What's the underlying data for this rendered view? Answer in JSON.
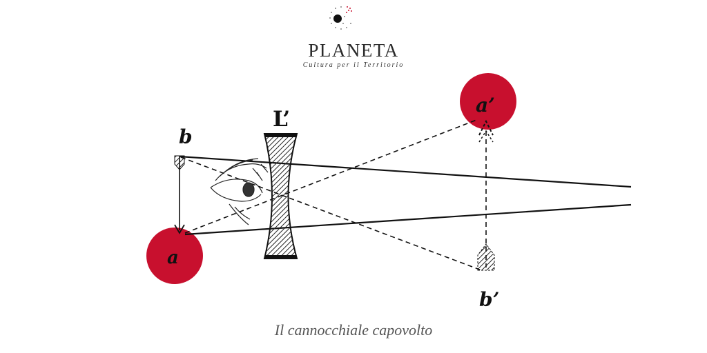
{
  "brand": {
    "name": "PLANETA",
    "tagline": "Cultura per il Territorio",
    "accent_color": "#c8102e",
    "logo_icon": "planeta-dots-moon-logo"
  },
  "diagram": {
    "lens_label": "L’",
    "point_b": "b",
    "point_a": "a",
    "point_a_image": "a’",
    "point_b_image": "b’",
    "eye_icon": "eye-sketch-icon"
  },
  "caption": "Il cannocchiale capovolto"
}
